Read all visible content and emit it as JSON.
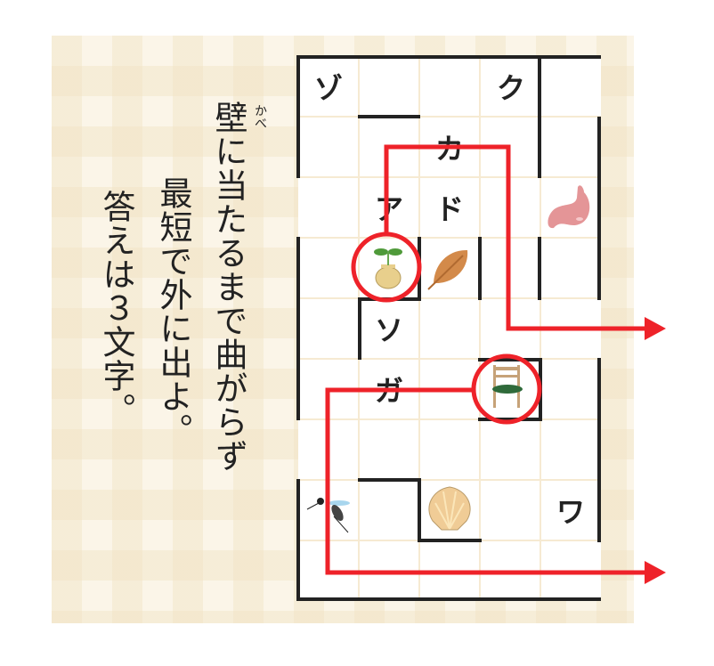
{
  "instructions": {
    "line1": "壁に当たるまで曲がらず",
    "line1_ruby": "かべ",
    "line2": "最短で外に出よ。",
    "line3": "答えは３文字。"
  },
  "maze": {
    "letters": {
      "zo": "ゾ",
      "ku": "ク",
      "ka": "カ",
      "a": "ア",
      "do": "ド",
      "so": "ソ",
      "ga": "ガ",
      "wa": "ワ"
    },
    "pictures": [
      "stomach-icon",
      "sprout-icon",
      "leaf-icon",
      "chair-icon",
      "mosquito-icon",
      "shell-icon"
    ],
    "colors": {
      "path": "#ee2229",
      "wall": "#222222"
    }
  }
}
